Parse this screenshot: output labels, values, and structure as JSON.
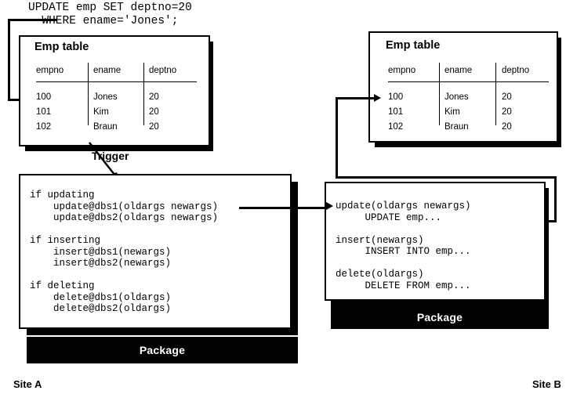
{
  "diagram": {
    "title": "Replication using triggers and packages between two sites",
    "sql_statement": {
      "line1": "UPDATE emp SET deptno=20",
      "line2": "  WHERE ename='Jones';"
    },
    "trigger_label": "Trigger",
    "site_a_label": "Site A",
    "site_b_label": "Site B",
    "package_label_left": "Package",
    "package_label_right": "Package"
  },
  "emp_table_left": {
    "title": "Emp table",
    "columns": [
      "empno",
      "ename",
      "deptno"
    ],
    "rows": [
      [
        "100",
        "Jones",
        "20"
      ],
      [
        "101",
        "Kim",
        "20"
      ],
      [
        "102",
        "Braun",
        "20"
      ]
    ]
  },
  "emp_table_right": {
    "title": "Emp table",
    "columns": [
      "empno",
      "ename",
      "deptno"
    ],
    "rows": [
      [
        "100",
        "Jones",
        "20"
      ],
      [
        "101",
        "Kim",
        "20"
      ],
      [
        "102",
        "Braun",
        "20"
      ]
    ]
  },
  "package_left": {
    "code": "if updating\n    update@dbs1(oldargs newargs)\n    update@dbs2(oldargs newargs)\n\nif inserting\n    insert@dbs1(newargs)\n    insert@dbs2(newargs)\n\nif deleting\n    delete@dbs1(oldargs)\n    delete@dbs2(oldargs)"
  },
  "package_right": {
    "code": "update(oldargs newargs)\n     UPDATE emp...\n\ninsert(newargs)\n     INSERT INTO emp...\n\ndelete(oldargs)\n     DELETE FROM emp..."
  },
  "colors": {
    "ink": "#000000",
    "paper": "#ffffff"
  }
}
